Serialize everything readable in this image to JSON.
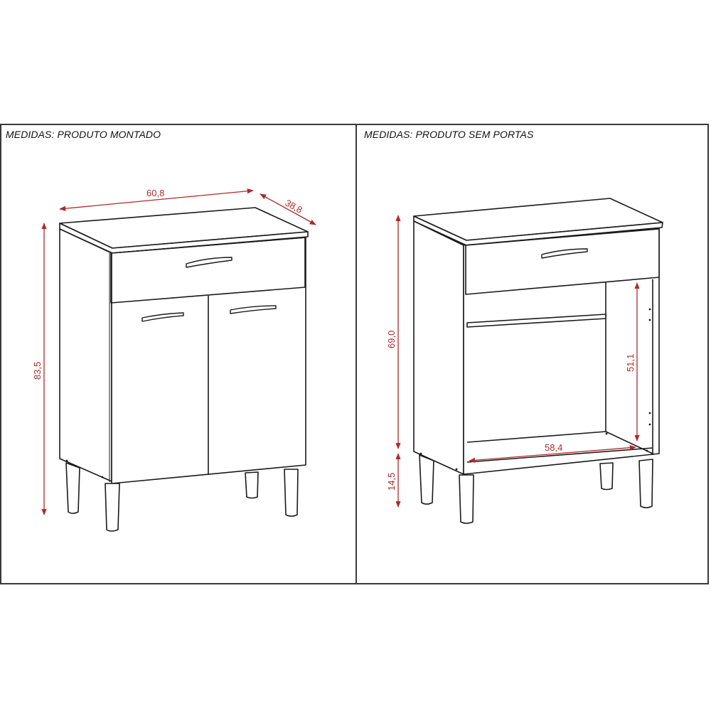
{
  "panels": [
    {
      "title": "MEDIDAS: PRODUTO MONTADO",
      "description": "Assembled cabinet with one drawer and two doors, on four tapered legs",
      "dimensions": {
        "width": "60,8",
        "depth": "38,8",
        "height": "83,5"
      }
    },
    {
      "title": "MEDIDAS: PRODUTO SEM PORTAS",
      "description": "Cabinet without doors showing internal open compartment",
      "dimensions": {
        "body_height": "69,0",
        "leg_height": "14,5",
        "internal_height": "51,1",
        "internal_width": "58,4"
      }
    }
  ],
  "colors": {
    "dimension_line": "#b0282a",
    "outline": "#1a1a1a",
    "frame": "#3a3a3a"
  }
}
